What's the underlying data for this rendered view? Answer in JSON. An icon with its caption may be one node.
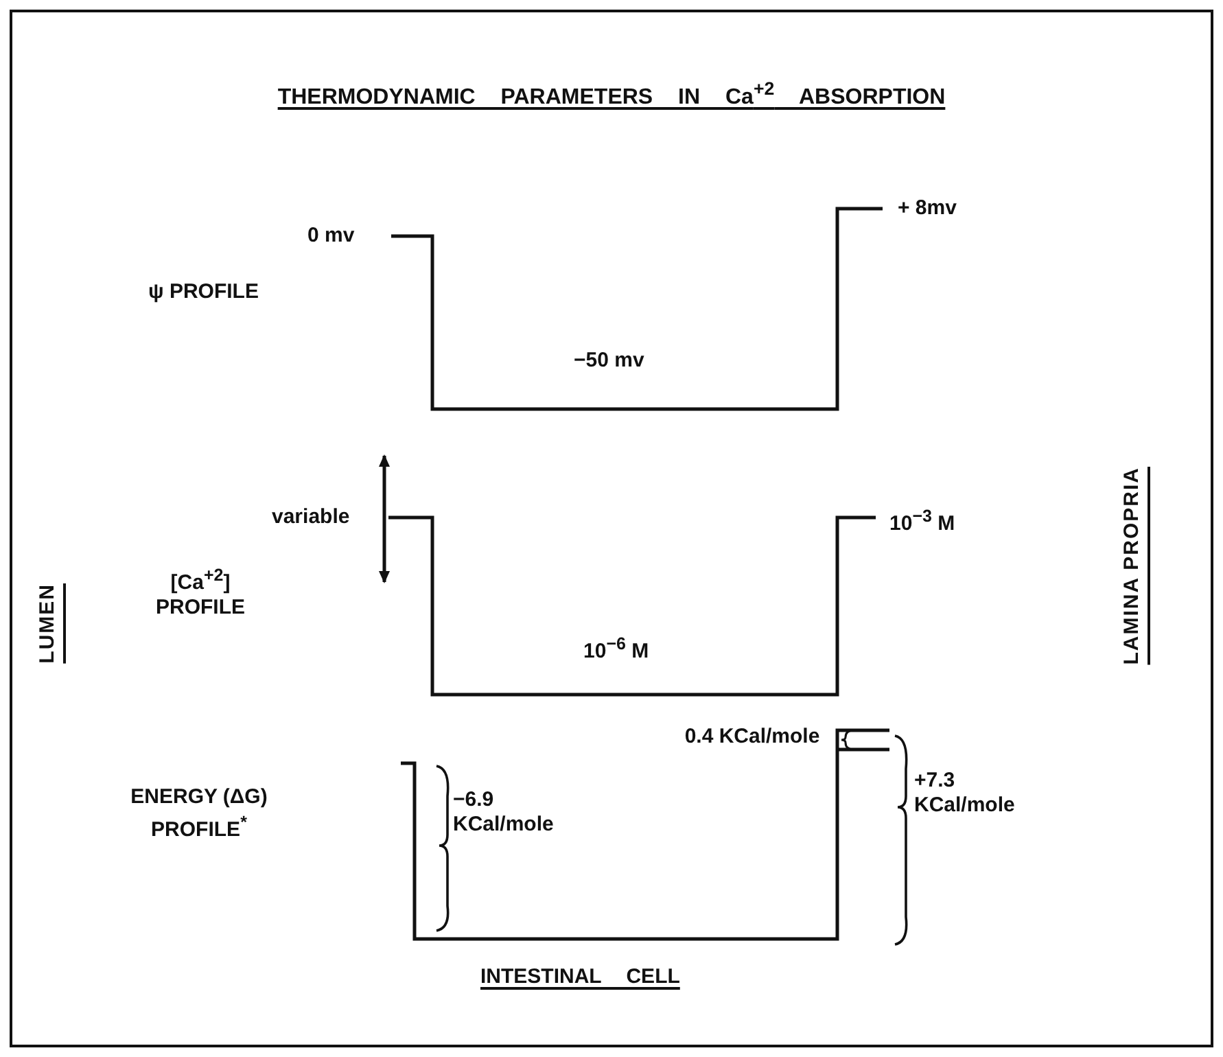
{
  "diagram": {
    "title": "THERMODYNAMIC PARAMETERS IN Ca$^{+2}$ ABSORPTION",
    "labels": [
      "0 mv",
      "+ 8mv",
      "ψ PROFILE",
      "−50 mv",
      "variable",
      "10$^{−3}$ M",
      "[Ca$^{+2}$] PROFILE",
      "LUMEN",
      "10$^{−6}$ M",
      "LAMINA PROPRIA",
      "0.4 KCal/mole",
      "ENERGY (ΔG) PROFILE$^{*}$",
      "−6.9 KCal/mole",
      "+7.3 KCal/mole",
      "INTESTINAL CELL"
    ]
  }
}
